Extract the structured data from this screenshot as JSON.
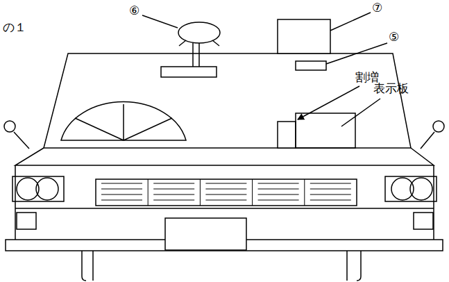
{
  "diagram": {
    "labels": [
      "の１",
      "⑥",
      "⑦",
      "⑤",
      "割増",
      "表示板"
    ]
  }
}
